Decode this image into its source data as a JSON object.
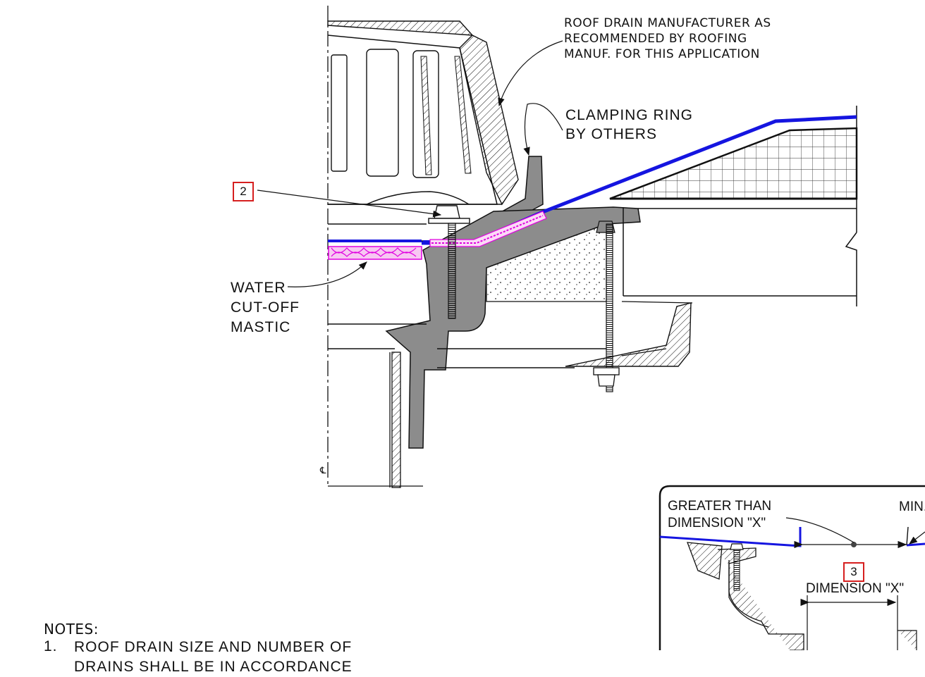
{
  "labels": {
    "manufacturer": [
      "ROOF DRAIN MANUFACTURER AS",
      "RECOMMENDED BY ROOFING",
      "MANUF. FOR THIS APPLICATION"
    ],
    "clamping_ring": [
      "CLAMPING RING",
      "BY OTHERS"
    ],
    "mastic": [
      "WATER",
      "CUT-OFF",
      "MASTIC"
    ],
    "centerline": "℄",
    "tag_2": "2",
    "tag_3": "3",
    "inset_greater": [
      "GREATER THAN",
      "DIMENSION \"X\""
    ],
    "inset_min": "MIN.",
    "inset_dimension": "DIMENSION \"X\""
  },
  "notes": {
    "heading": "NOTES:",
    "item_1_number": "1.",
    "item_1_lines": [
      "ROOF DRAIN SIZE AND NUMBER OF",
      "DRAINS SHALL BE IN ACCORDANCE"
    ]
  },
  "colors": {
    "membrane": "#1515e0",
    "cutoff_mastic": "#e000e0",
    "tag_border": "#d61f1f",
    "casting": "#8c8c8c"
  }
}
